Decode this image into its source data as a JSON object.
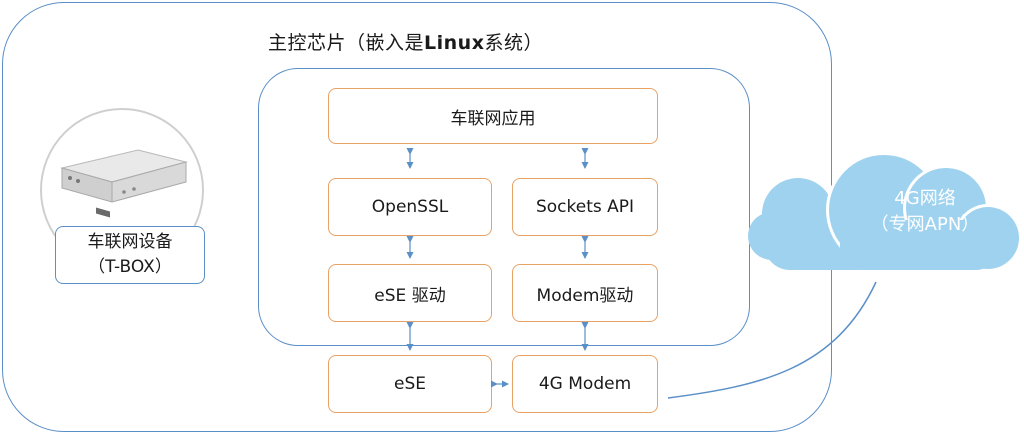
{
  "chip": {
    "title_prefix": "主控芯片（嵌入是",
    "title_bold": "Linux",
    "title_suffix": "系统）"
  },
  "modules": {
    "app": "车联网应用",
    "openssl": "OpenSSL",
    "sockets": "Sockets API",
    "ese_driver": "eSE 驱动",
    "modem_driver": "Modem驱动",
    "ese": "eSE",
    "modem": "4G Modem"
  },
  "device": {
    "line1": "车联网设备",
    "line2": "（T-BOX）"
  },
  "cloud": {
    "line1": "4G网络",
    "line2": "（专网APN）"
  },
  "colors": {
    "container_border": "#5b8fc7",
    "module_border": "#e9a266",
    "arrow": "#5b8fc7",
    "cloud_fill": "#9fd2ef"
  }
}
